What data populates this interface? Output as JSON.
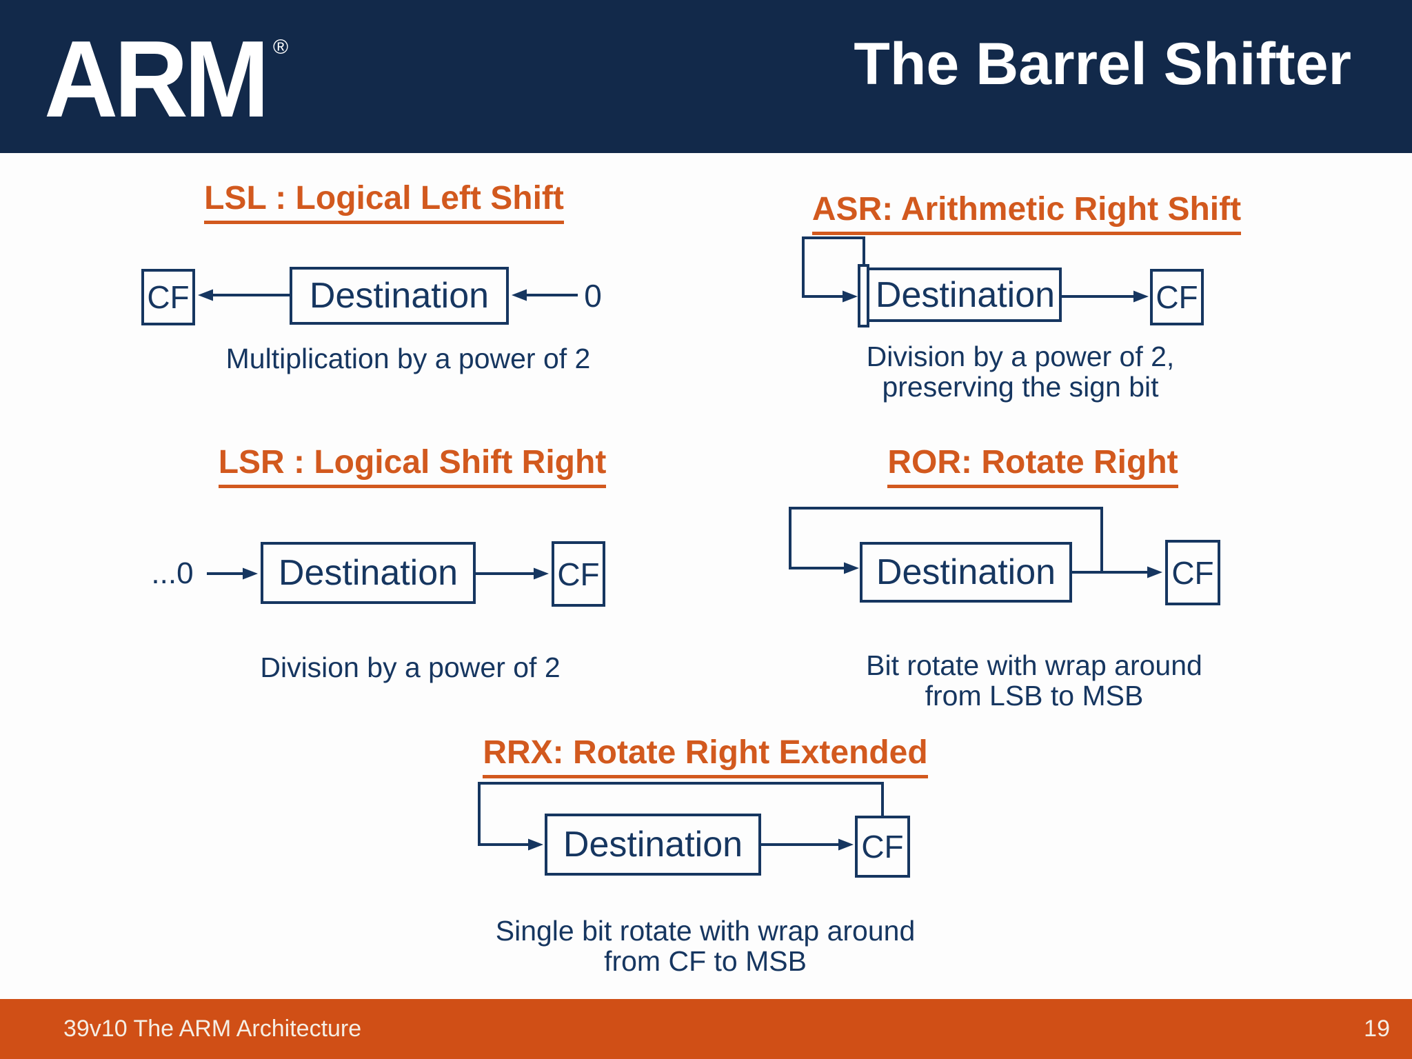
{
  "slide": {
    "header": {
      "logo_text": "ARM",
      "registered_mark": "®",
      "title": "The Barrel Shifter"
    },
    "diagrams": {
      "lsl": {
        "title": "LSL : Logical Left Shift",
        "cf_label": "CF",
        "dest_label": "Destination",
        "input_label": "0",
        "caption": "Multiplication by a power of 2"
      },
      "asr": {
        "title": "ASR: Arithmetic Right Shift",
        "cf_label": "CF",
        "dest_label": "Destination",
        "caption_line1": "Division by a power of 2,",
        "caption_line2": "preserving the sign bit"
      },
      "lsr": {
        "title": "LSR : Logical Shift Right",
        "cf_label": "CF",
        "dest_label": "Destination",
        "input_label": "...0",
        "caption": "Division by a power of 2"
      },
      "ror": {
        "title": "ROR: Rotate Right",
        "cf_label": "CF",
        "dest_label": "Destination",
        "caption_line1": "Bit rotate with wrap around",
        "caption_line2": "from LSB to MSB"
      },
      "rrx": {
        "title": "RRX: Rotate Right Extended",
        "cf_label": "CF",
        "dest_label": "Destination",
        "caption_line1": "Single bit rotate with wrap around",
        "caption_line2": "from CF to MSB"
      }
    },
    "footer": {
      "left_text": "39v10 The ARM Architecture",
      "page_number": "19"
    },
    "colors": {
      "header_navy": "#12294A",
      "accent_orange": "#D2591E",
      "footer_orange": "#D04F16",
      "diagram_navy": "#163660"
    }
  }
}
